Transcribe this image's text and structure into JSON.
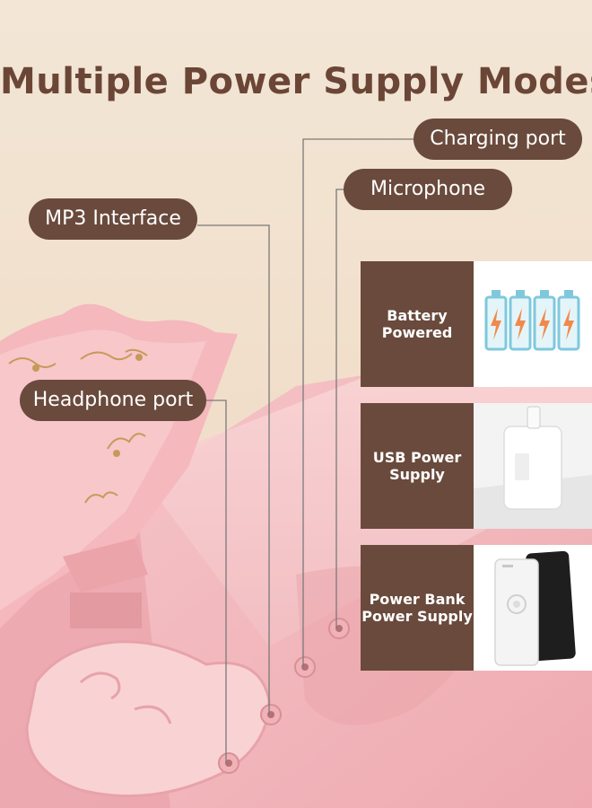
{
  "title": "Multiple Power Supply Modes",
  "callouts": {
    "charging_port": "Charging port",
    "microphone": "Microphone",
    "mp3_interface": "MP3 Interface",
    "headphone_port": "Headphone port"
  },
  "power_modes": [
    {
      "label": "Battery Powered",
      "icon": "battery-icon"
    },
    {
      "label": "USB Power Supply",
      "icon": "usb-charger-icon"
    },
    {
      "label": "Power Bank Power Supply",
      "icon": "power-bank-icon"
    }
  ],
  "colors": {
    "accent_brown": "#6a4a3c",
    "title_brown": "#6b4636",
    "product_pink": "#f2b9be",
    "battery_blue": "#7fc8dc",
    "bolt_orange": "#f08a4b",
    "gold_ornament": "#c79a5a"
  }
}
